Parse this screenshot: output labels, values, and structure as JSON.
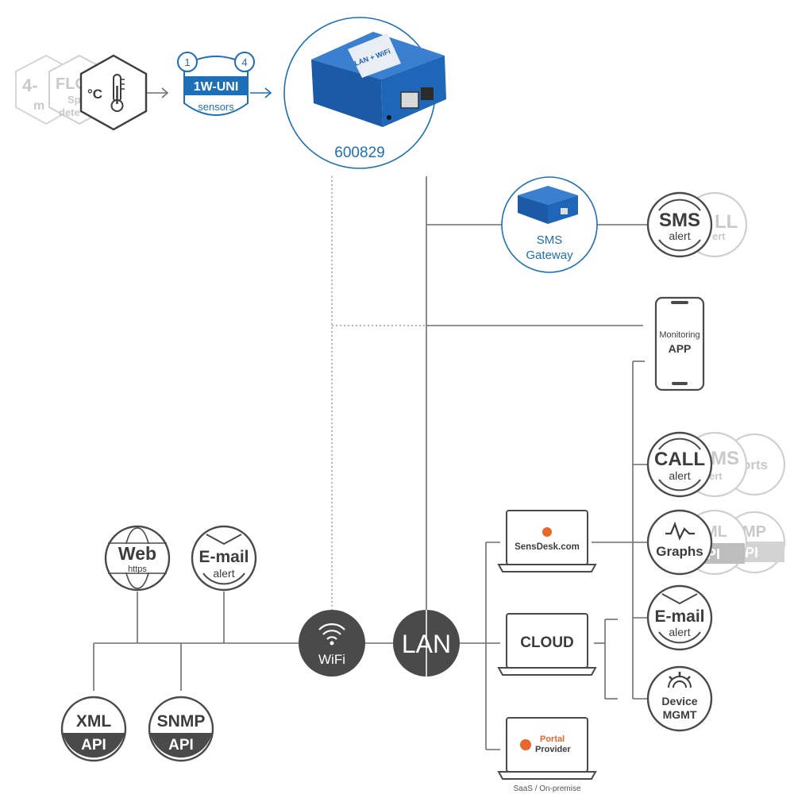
{
  "sensor_chain": {
    "ghost1_line1": "4-",
    "ghost1_line2": "m",
    "ghost2_line1": "FLO",
    "ghost2_line2": "Sp",
    "ghost2_line3": "dete",
    "temp_unit": "°C",
    "bus_left_num": "1",
    "bus_right_num": "4",
    "bus_title": "1W-UNI",
    "bus_sub": "sensors"
  },
  "device": {
    "model": "600829",
    "label": "LAN + WiFi",
    "color": "#1d5fae"
  },
  "sms_gateway": {
    "line1": "SMS",
    "line2": "Gateway"
  },
  "sms_alert": {
    "big": "SMS",
    "small": "alert",
    "ghost": "LL",
    "ghost_small": "ert"
  },
  "monitoring_app": {
    "line1": "Monitoring",
    "line2": "APP"
  },
  "call_alert": {
    "big": "CALL",
    "small": "alert",
    "ghost1": "MS",
    "ghost1_small": "ert",
    "ghost2": "orts"
  },
  "graphs": {
    "label": "Graphs",
    "ghost1": "ML",
    "ghost1_small": "PI",
    "ghost2": "MP",
    "ghost2_small": "PI"
  },
  "email_right": {
    "big": "E-mail",
    "small": "alert"
  },
  "device_mgmt": {
    "line1": "Device",
    "line2": "MGMT"
  },
  "sensdesk": {
    "label": "SensDesk.com"
  },
  "cloud": {
    "label": "CLOUD"
  },
  "portal": {
    "line1": "Portal",
    "line2": "Provider",
    "caption": "SaaS / On-premise"
  },
  "web": {
    "big": "Web",
    "small": "https"
  },
  "email_left": {
    "big": "E-mail",
    "small": "alert"
  },
  "xml_api": {
    "top": "XML",
    "bottom": "API"
  },
  "snmp_api": {
    "top": "SNMP",
    "bottom": "API"
  },
  "wifi": {
    "label": "WiFi"
  },
  "lan": {
    "label": "LAN"
  },
  "colors": {
    "accent_blue": "#1d6fb8",
    "dark_gray": "#4a4a4a",
    "ghost_gray": "#cfcfcf"
  }
}
